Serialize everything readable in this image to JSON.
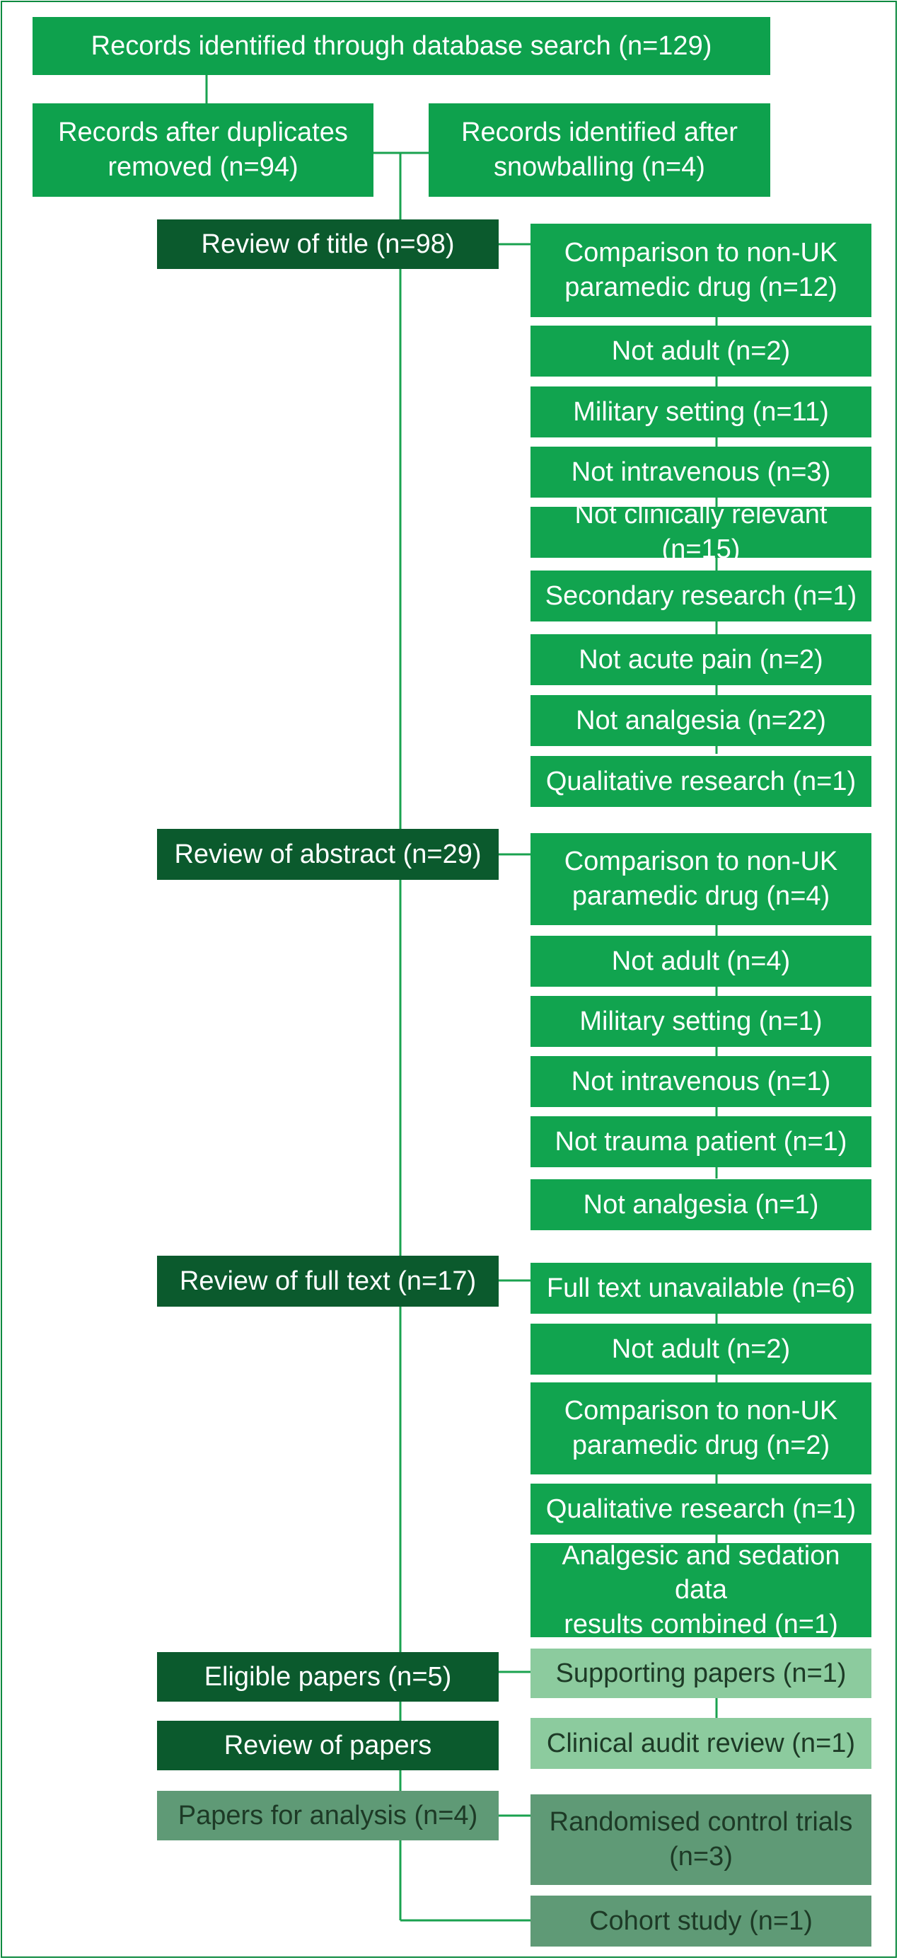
{
  "colors": {
    "frame": "#0d8a3f",
    "line": "#1aa24f",
    "top": "#0ea14d",
    "stage": "#0b5a2d",
    "exclusion": "#11a44f",
    "supporting": "#8ccb9e",
    "analysis": "#5f9a76"
  },
  "top": {
    "database_search": "Records identified through database search (n=129)",
    "after_duplicates": "Records after duplicates\nremoved (n=94)",
    "snowballing": "Records identified after\nsnowballing (n=4)"
  },
  "stages": {
    "title_review": "Review of title (n=98)",
    "abstract_review": "Review of abstract (n=29)",
    "fulltext_review": "Review of full text (n=17)",
    "eligible": "Eligible papers (n=5)",
    "review_papers": "Review of papers",
    "analysis": "Papers for analysis (n=4)"
  },
  "title_exclusions": [
    "Comparison to non-UK\nparamedic drug (n=12)",
    "Not adult (n=2)",
    "Military setting (n=11)",
    "Not intravenous (n=3)",
    "Not clinically relevant (n=15)",
    "Secondary research (n=1)",
    "Not acute pain (n=2)",
    "Not analgesia (n=22)",
    "Qualitative research (n=1)"
  ],
  "abstract_exclusions": [
    "Comparison to non-UK\nparamedic drug (n=4)",
    "Not adult (n=4)",
    "Military setting (n=1)",
    "Not intravenous (n=1)",
    "Not trauma patient (n=1)",
    "Not analgesia (n=1)"
  ],
  "fulltext_exclusions": [
    "Full text unavailable (n=6)",
    "Not adult (n=2)",
    "Comparison to non-UK\nparamedic drug (n=2)",
    "Qualitative research (n=1)",
    "Analgesic and sedation data\nresults combined  (n=1)"
  ],
  "supporting": {
    "supporting_papers": "Supporting papers (n=1)",
    "clinical_audit": "Clinical audit review (n=1)"
  },
  "analysis_outputs": {
    "rct": "Randomised control trials\n(n=3)",
    "cohort": "Cohort study (n=1)"
  }
}
